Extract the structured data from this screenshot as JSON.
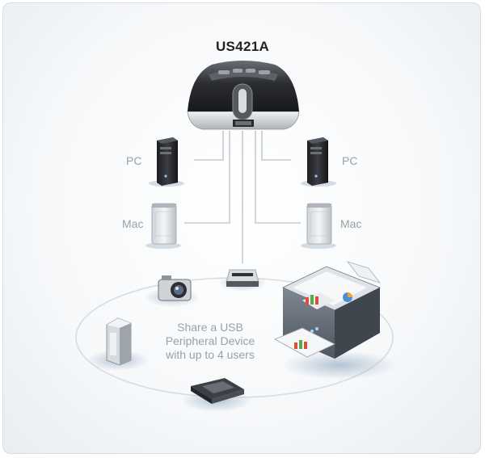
{
  "device": {
    "name": "US421A"
  },
  "computers": {
    "left_top": "PC",
    "left_bottom": "Mac",
    "right_top": "PC",
    "right_bottom": "Mac"
  },
  "caption": {
    "line1": "Share a USB",
    "line2": "Peripheral Device",
    "line3": "with up to 4 users"
  },
  "peripherals": [
    "camera-icon",
    "scanner-icon",
    "printer-icon",
    "external-drive-icon",
    "card-reader-icon"
  ],
  "colors": {
    "connector": "#c8cbcf",
    "ring": "#d6dde4",
    "label": "#9aa0a6",
    "shadow": "#b7c7d6"
  }
}
